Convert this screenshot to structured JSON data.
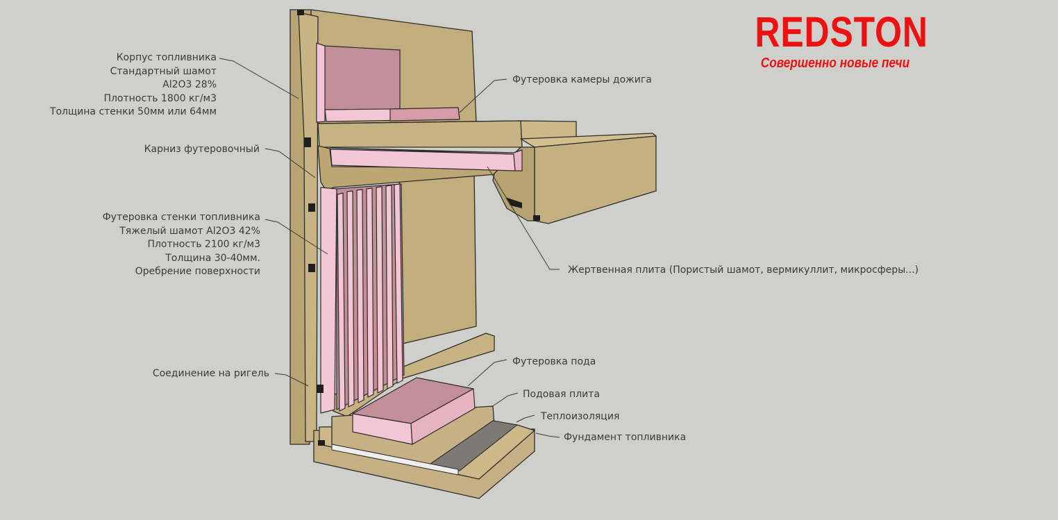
{
  "brand": {
    "name": "REDSTON",
    "tagline": "Совершенно новые печи"
  },
  "labels": {
    "body": {
      "line1": "Корпус топливника",
      "line2": "Стандартный шамот",
      "line3": "Al2O3 28%",
      "line4": "Плотность 1800 кг/м3",
      "line5": "Толщина стенки 50мм или 64мм"
    },
    "cornice": "Карниз футеровочный",
    "wall_lining": {
      "line1": "Футеровка стенки топливника",
      "line2": "Тяжелый шамот Al2O3 42%",
      "line3": "Плотность 2100 кг/м3",
      "line4": "Толщина 30-40мм.",
      "line5": "Оребрение поверхности"
    },
    "crossbar_joint": "Соединение на ригель",
    "afterburn_lining": "Футеровка камеры дожига",
    "sacrificial_plate": "Жертвенная плита (Пористый шамот, вермикуллит, микросферы...)",
    "hearth_lining": "Футеровка пода",
    "hearth_plate": "Подовая плита",
    "insulation": "Теплоизоляция",
    "foundation": "Фундамент топливника"
  },
  "colors": {
    "background": "#cfcfcb",
    "fireclay": "#c2ad7c",
    "lining_pink": "#f3c6d6",
    "lining_pink_dark": "#c28f98",
    "insulation_gray": "#7d7a76",
    "brand_red": "#ee1111"
  }
}
